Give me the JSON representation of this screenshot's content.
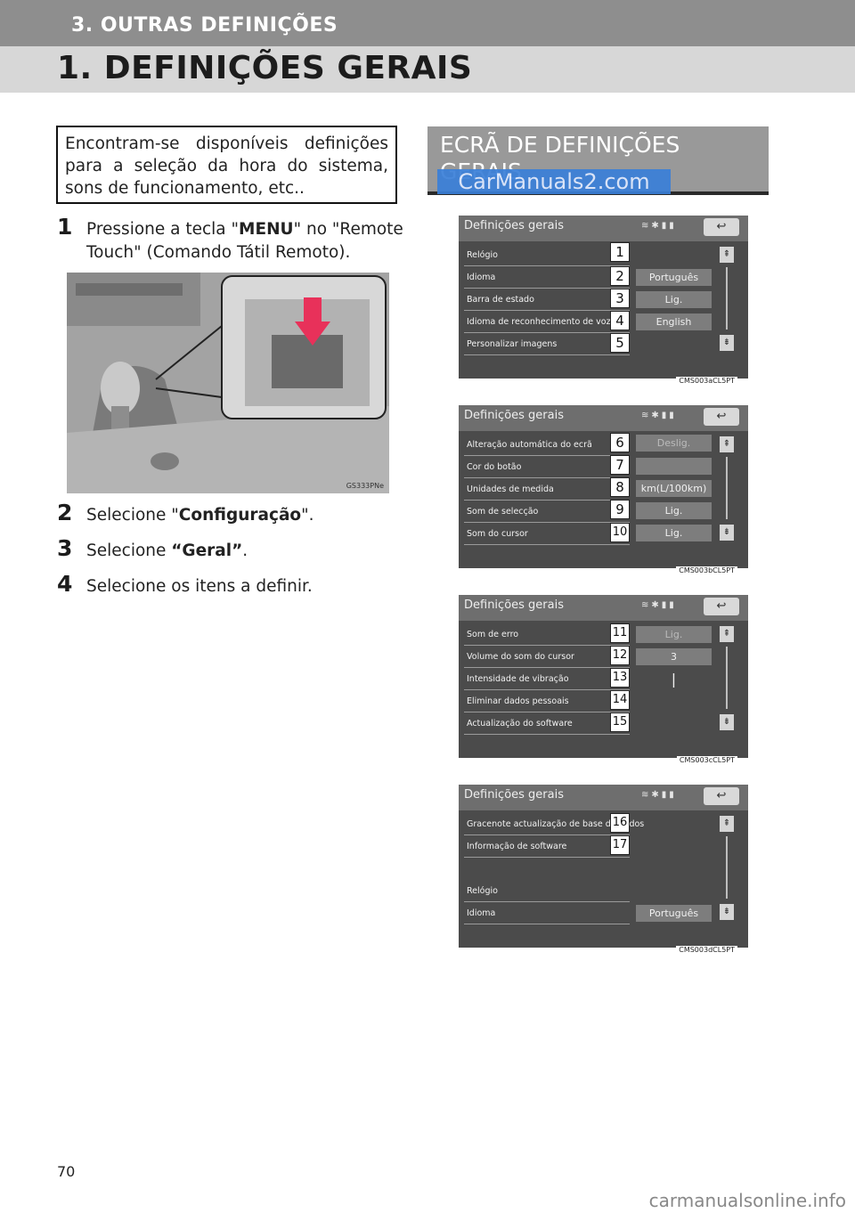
{
  "header": {
    "section": "3. OUTRAS DEFINIÇÕES",
    "title": "1. DEFINIÇÕES GERAIS"
  },
  "intro": "Encontram-se disponíveis definições para a seleção da hora do sistema, sons de funcionamento, etc..",
  "ecra": {
    "title": "ECRÃ DE DEFINIÇÕES GERAIS",
    "watermark": "CarManuals2.com"
  },
  "steps": [
    {
      "num": "1",
      "pre": "Pressione a tecla \"",
      "bold": "MENU",
      "post": "\" no \"Remote Touch\" (Comando Tátil Remoto)."
    },
    {
      "num": "2",
      "pre": "Selecione \"",
      "bold": "Configuração",
      "post": "\"."
    },
    {
      "num": "3",
      "pre": "Selecione ",
      "bold": "“Geral”",
      "post": "."
    },
    {
      "num": "4",
      "pre": "Selecione os itens a definir.",
      "bold": "",
      "post": ""
    }
  ],
  "photo_caption": "GS333PNe",
  "screens": [
    {
      "title": "Definições gerais",
      "caption": "CMS003aCL5PT",
      "rows": [
        {
          "label": "Relógio",
          "badge": "1",
          "value": ""
        },
        {
          "label": "Idioma",
          "badge": "2",
          "value": "Português"
        },
        {
          "label": "Barra de estado",
          "badge": "3",
          "value": "Lig."
        },
        {
          "label": "Idioma de reconhecimento de voz",
          "badge": "4",
          "value": "English"
        },
        {
          "label": "Personalizar imagens",
          "badge": "5",
          "value": ""
        }
      ]
    },
    {
      "title": "Definições gerais",
      "caption": "CMS003bCL5PT",
      "rows": [
        {
          "label": "Alteração automática do ecrã",
          "badge": "6",
          "value": "Deslig."
        },
        {
          "label": "Cor do botão",
          "badge": "7",
          "value": ""
        },
        {
          "label": "Unidades de medida",
          "badge": "8",
          "value": "km(L/100km)"
        },
        {
          "label": "Som de selecção",
          "badge": "9",
          "value": "Lig."
        },
        {
          "label": "Som do cursor",
          "badge": "10",
          "value": "Lig."
        }
      ]
    },
    {
      "title": "Definições gerais",
      "caption": "CMS003cCL5PT",
      "rows": [
        {
          "label": "Som de erro",
          "badge": "11",
          "value": "Lig."
        },
        {
          "label": "Volume do som do cursor",
          "badge": "12",
          "value": "3"
        },
        {
          "label": "Intensidade de vibração",
          "badge": "13",
          "value": "|"
        },
        {
          "label": "Eliminar dados pessoais",
          "badge": "14",
          "value": ""
        },
        {
          "label": "Actualização do software",
          "badge": "15",
          "value": ""
        }
      ]
    },
    {
      "title": "Definições gerais",
      "caption": "CMS003dCL5PT",
      "rows": [
        {
          "label": "Gracenote actualização de base de dados",
          "badge": "16",
          "value": ""
        },
        {
          "label": "Informação de software",
          "badge": "17",
          "value": ""
        },
        {
          "label": "",
          "badge": "",
          "value": ""
        },
        {
          "label": "Relógio",
          "badge": "",
          "value": ""
        },
        {
          "label": "Idioma",
          "badge": "",
          "value": "Português"
        }
      ]
    }
  ],
  "page_number": "70",
  "footer": "carmanualsonline.info"
}
